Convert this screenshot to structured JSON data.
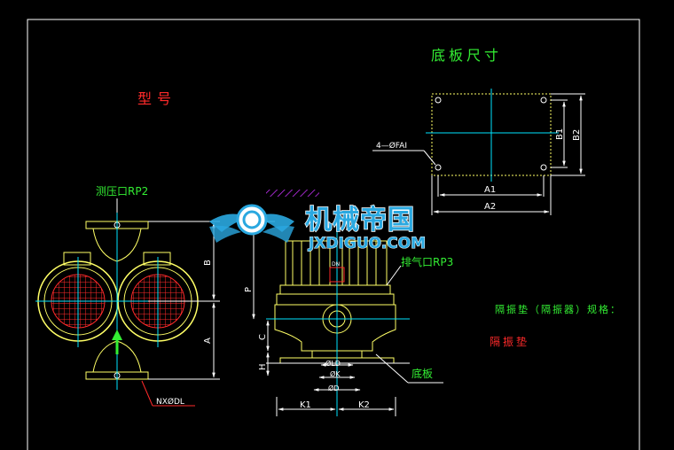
{
  "labels": {
    "baseplate_size": "底板尺寸",
    "model": "型号",
    "pressure_port": "测压口RP2",
    "vent_port": "排气口RP3",
    "isolator_spec": "隔振垫（隔振器）规格：",
    "isolator_pad": "隔振垫",
    "baseplate": "底板",
    "holes": "4—ØFAI",
    "n_holes": "NXØDL"
  },
  "dims": {
    "a1": "A1",
    "a2": "A2",
    "b1": "B1",
    "b2": "B2",
    "a": "A",
    "b": "B",
    "p": "P",
    "c": "C",
    "h": "H",
    "k1": "K1",
    "k2": "K2",
    "ld": "ØLD",
    "k": "ØK",
    "d": "ØD",
    "dn": "DN"
  },
  "watermark": {
    "text_cn": "机械帝国",
    "text_en": "JXDIGUO.COM"
  },
  "colors": {
    "background": "#000000",
    "frame": "#ffffff",
    "outline": "#ffff66",
    "dimension": "#ffffff",
    "centerline": "#00e5ff",
    "red": "#ff2a2a",
    "green": "#33ee33",
    "magenta": "#cc33ff",
    "watermark_blue": "#2aa8e0"
  }
}
